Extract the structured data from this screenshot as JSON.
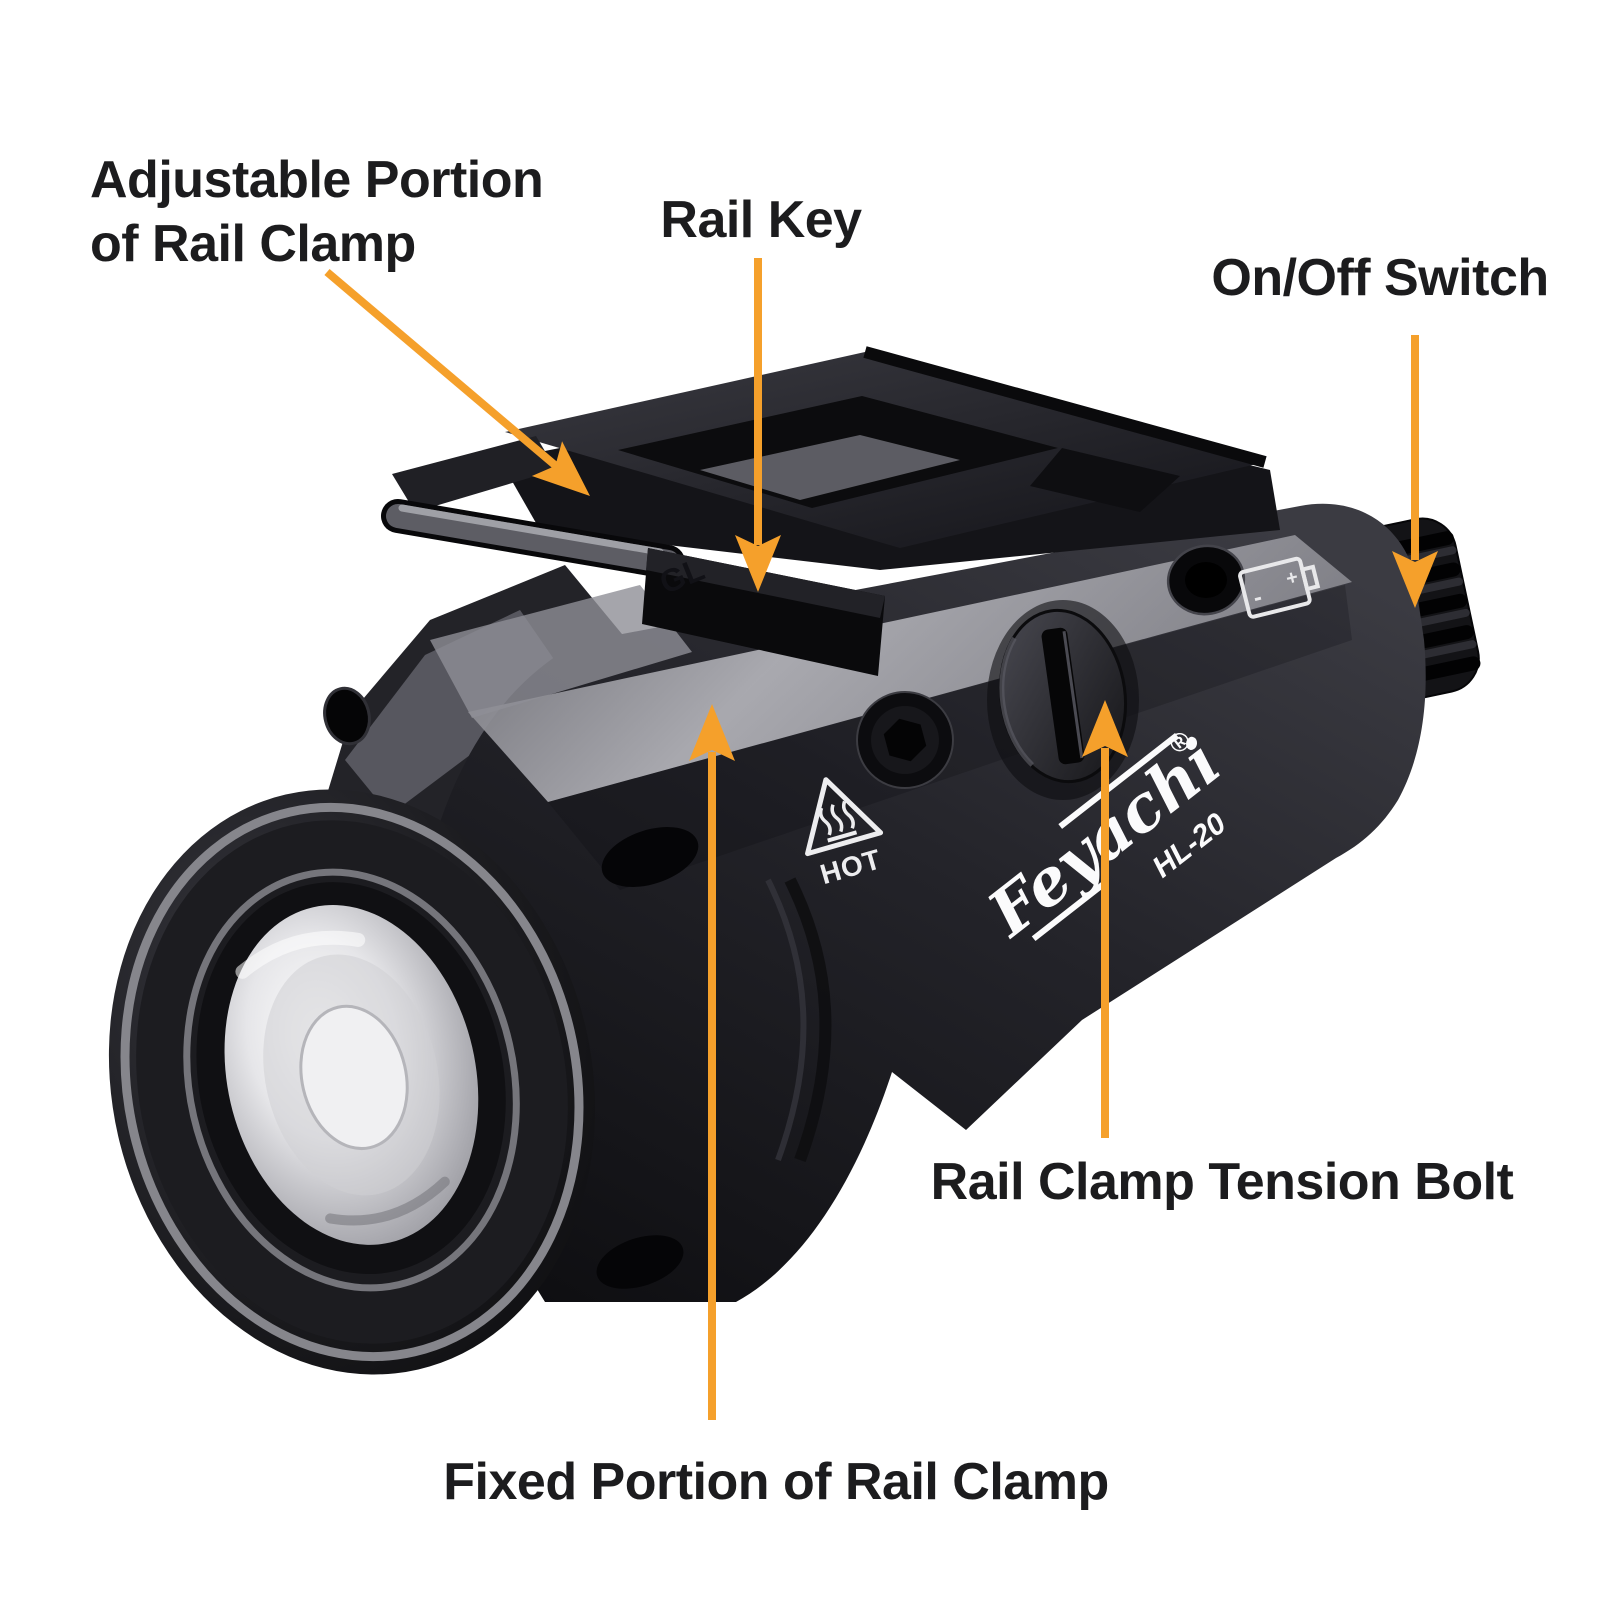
{
  "annotations": {
    "adjustable_clamp": {
      "text_line1": "Adjustable Portion",
      "text_line2": "of Rail Clamp"
    },
    "rail_key": {
      "text": "Rail Key"
    },
    "on_off_switch": {
      "text": "On/Off Switch"
    },
    "tension_bolt": {
      "text": "Rail Clamp Tension Bolt"
    },
    "fixed_clamp": {
      "text": "Fixed Portion of Rail Clamp"
    }
  },
  "device": {
    "brand": "Feyachi",
    "trademark_symbol": "®",
    "model": "HL-20",
    "rail_key_marking": "GL",
    "hot_warning_text": "HOT",
    "battery_negative": "-",
    "battery_positive": "+"
  },
  "colors": {
    "arrow": "#F5A02B",
    "label_text": "#1C1C1E",
    "background": "#FFFFFF"
  }
}
